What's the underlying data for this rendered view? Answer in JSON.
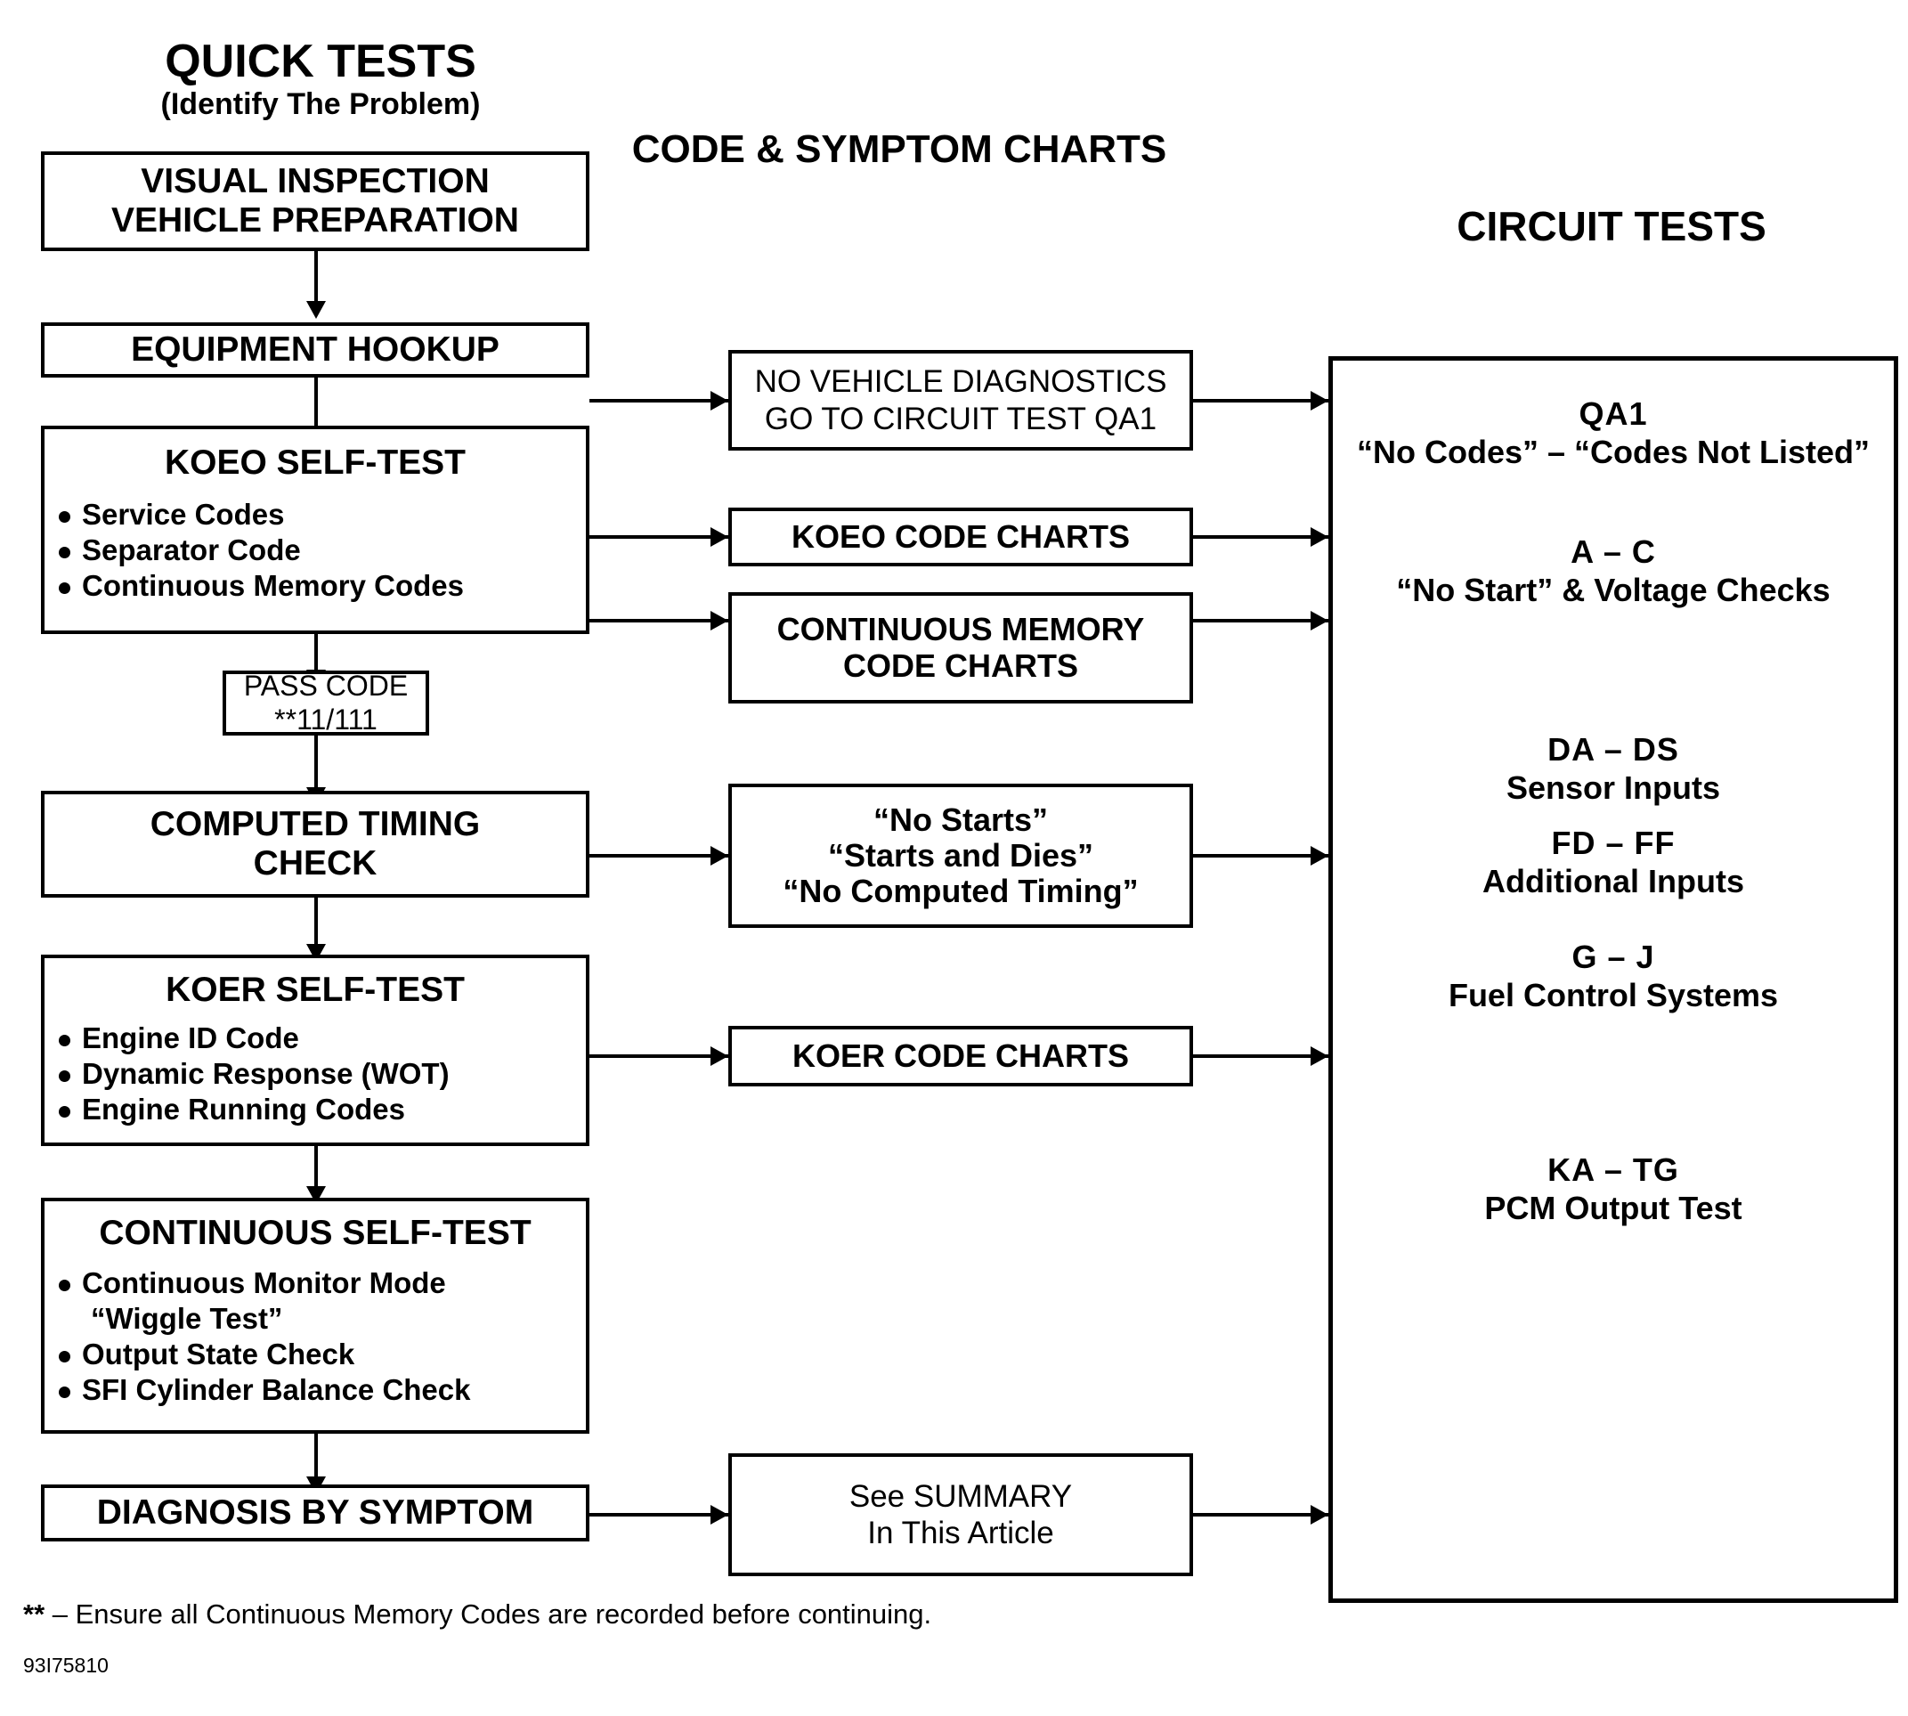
{
  "headings": {
    "quick_tests": "QUICK TESTS",
    "quick_tests_sub": "(Identify The Problem)",
    "code_symptom_charts": "CODE & SYMPTOM CHARTS",
    "circuit_tests": "CIRCUIT TESTS"
  },
  "left_column": {
    "visual_inspection": {
      "line1": "VISUAL INSPECTION",
      "line2": "VEHICLE PREPARATION"
    },
    "equipment_hookup": {
      "title": "EQUIPMENT HOOKUP"
    },
    "koeo_self_test": {
      "title": "KOEO SELF-TEST",
      "bullets": [
        "Service Codes",
        "Separator Code",
        "Continuous Memory Codes"
      ]
    },
    "pass_code": {
      "line1": "PASS CODE",
      "line2": "**11/111"
    },
    "computed_timing": {
      "line1": "COMPUTED TIMING",
      "line2": "CHECK"
    },
    "koer_self_test": {
      "title": "KOER SELF-TEST",
      "bullets": [
        "Engine ID Code",
        "Dynamic Response (WOT)",
        "Engine Running Codes"
      ]
    },
    "continuous_self_test": {
      "title": "CONTINUOUS SELF-TEST",
      "bullets": [
        "Continuous Monitor Mode",
        "Output State Check",
        "SFI Cylinder Balance Check"
      ],
      "bullet1_continuation": "“Wiggle Test”"
    },
    "diagnosis_by_symptom": {
      "title": "DIAGNOSIS BY SYMPTOM"
    }
  },
  "middle_column": {
    "no_vehicle_diagnostics": {
      "line1": "NO VEHICLE DIAGNOSTICS",
      "line2": "GO TO CIRCUIT TEST QA1"
    },
    "koeo_code_charts": {
      "title": "KOEO CODE CHARTS"
    },
    "continuous_memory_code_charts": {
      "line1": "CONTINUOUS MEMORY",
      "line2": "CODE CHARTS"
    },
    "no_starts": {
      "line1": "“No Starts”",
      "line2": "“Starts and Dies”",
      "line3": "“No Computed Timing”"
    },
    "koer_code_charts": {
      "title": "KOER CODE CHARTS"
    },
    "see_summary": {
      "line1": "See SUMMARY",
      "line2": "In This Article"
    }
  },
  "circuit_tests_panel": {
    "entries": [
      {
        "code": "QA1",
        "desc": "“No Codes” – “Codes Not Listed”"
      },
      {
        "code": "A  –  C",
        "desc": "“No Start” & Voltage Checks"
      },
      {
        "code": "DA – DS",
        "desc": "Sensor Inputs"
      },
      {
        "code": "FD  –  FF",
        "desc": "Additional Inputs"
      },
      {
        "code": "G  –  J",
        "desc": "Fuel Control Systems"
      },
      {
        "code": "KA  –  TG",
        "desc": "PCM Output Test"
      }
    ]
  },
  "footer": {
    "stars": "**",
    "note": " – Ensure all Continuous Memory Codes are recorded before continuing.",
    "figure_id": "93I75810"
  },
  "colors": {
    "ink": "#000000",
    "paper": "#ffffff"
  }
}
